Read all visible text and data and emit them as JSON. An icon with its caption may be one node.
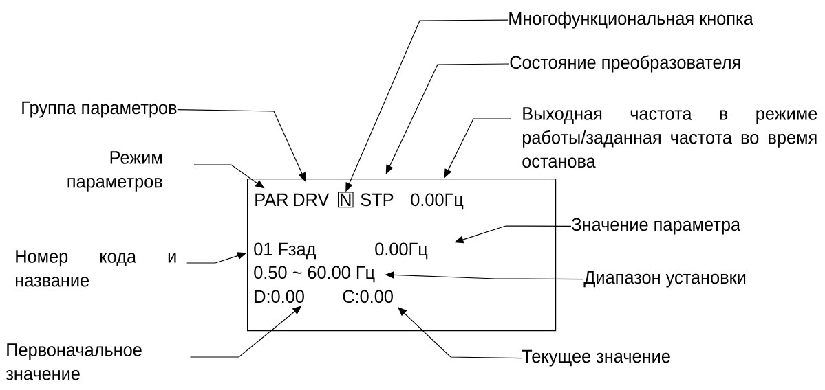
{
  "diagram": {
    "nodes": [
      {
        "text": [],
        "shape": "box"
      },
      {
        "text": [
          "PAR"
        ],
        "in": 0
      },
      {
        "text": [
          "DRV"
        ],
        "in": 0
      },
      {
        "text": [
          "N"
        ],
        "in": 0
      },
      {
        "text": [
          "STP"
        ],
        "in": 0
      },
      {
        "text": [
          "0.00Гц"
        ],
        "in": 0
      },
      {
        "text": [
          "01 Fзад"
        ],
        "in": 0
      },
      {
        "text": [
          "0.00Гц"
        ],
        "in": 0
      },
      {
        "text": [
          "0.50 ~ 60.00 Гц"
        ],
        "in": 0
      },
      {
        "text": [
          "D:0.00"
        ],
        "in": 0
      },
      {
        "text": [
          "C:0.00"
        ],
        "in": 0
      },
      {
        "text": [
          "Многофункциональная кнопка"
        ]
      },
      {
        "text": [
          "Состояние преобразователя"
        ]
      },
      {
        "text": [
          "Группа параметров"
        ]
      },
      {
        "text": [
          "Выходная частота в режиме работы/заданная частота во время останова"
        ]
      },
      {
        "text": [
          "Режим параметров"
        ]
      },
      {
        "text": [
          "Значение параметра"
        ]
      },
      {
        "text": [
          "Номер кода и название"
        ]
      },
      {
        "text": [
          "Диапазон установки"
        ]
      },
      {
        "text": [
          "Первоначальное значение"
        ]
      },
      {
        "text": [
          "Текущее значение"
        ]
      }
    ],
    "edges": [
      {
        "from": 11,
        "to": 3,
        "arrow": "to"
      },
      {
        "from": 12,
        "to": 4,
        "arrow": "to"
      },
      {
        "from": 13,
        "to": 2,
        "arrow": "to"
      },
      {
        "from": 14,
        "to": 5,
        "arrow": "to"
      },
      {
        "from": 15,
        "to": 1,
        "arrow": "to"
      },
      {
        "from": 16,
        "to": 7,
        "arrow": "to"
      },
      {
        "from": 17,
        "to": 6,
        "arrow": "to"
      },
      {
        "from": 18,
        "to": 8,
        "arrow": "to"
      },
      {
        "from": 19,
        "to": 9,
        "arrow": "to"
      },
      {
        "from": 20,
        "to": 10,
        "arrow": "to"
      }
    ]
  }
}
